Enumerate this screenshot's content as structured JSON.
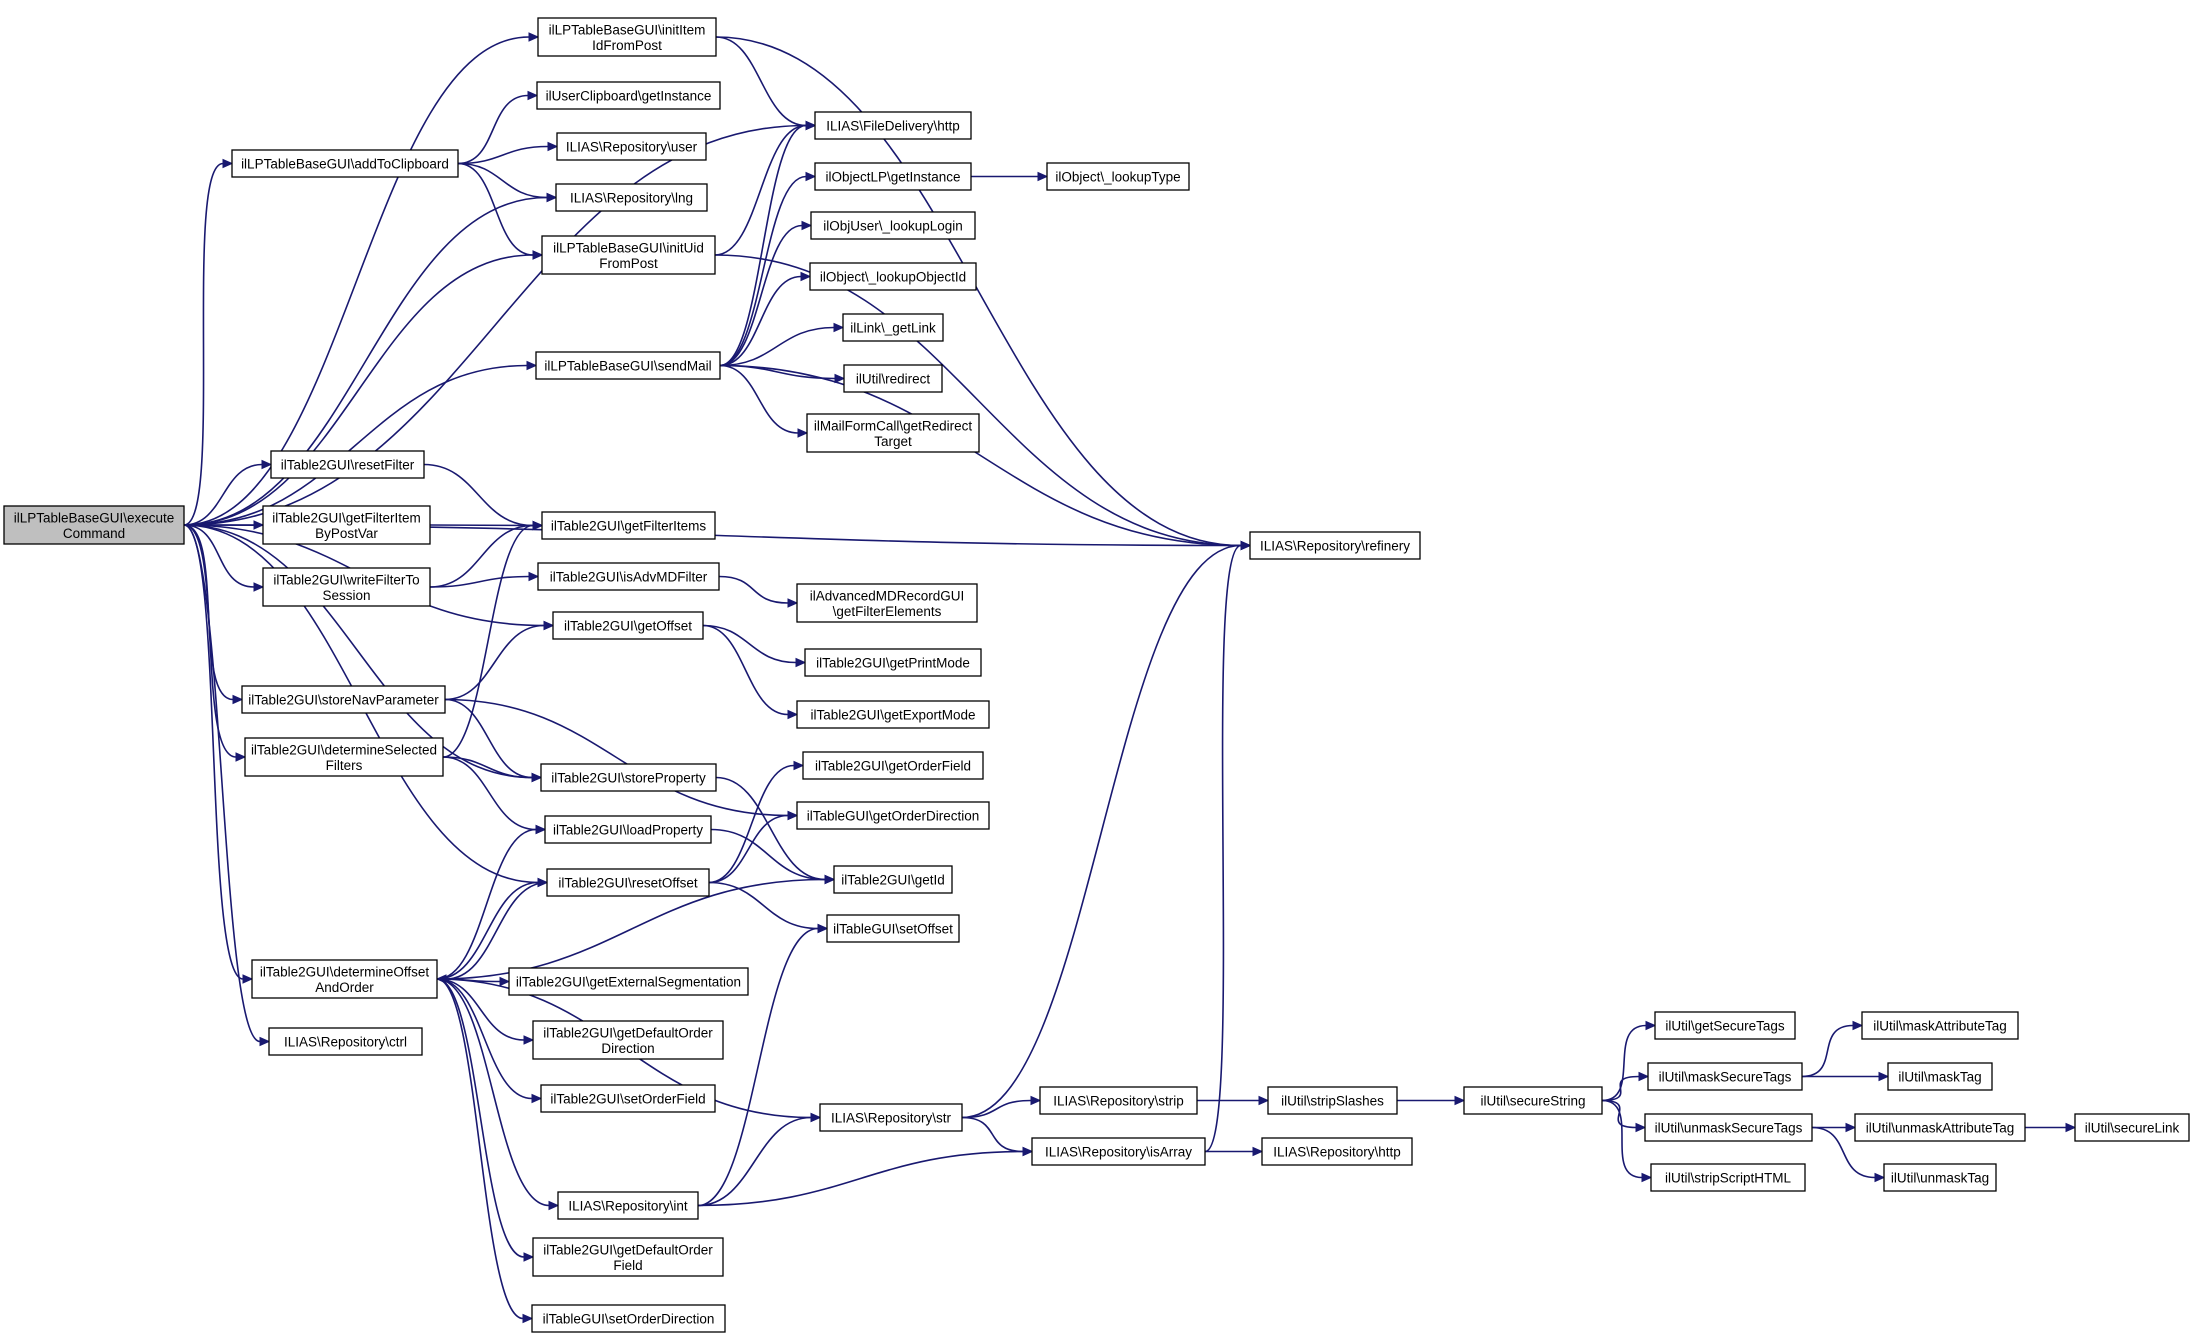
{
  "nodes": [
    {
      "id": "root",
      "lines": [
        "ilLPTableBaseGUI\\execute",
        "Command"
      ],
      "root": true
    },
    {
      "id": "initItem",
      "lines": [
        "ilLPTableBaseGUI\\initItem",
        "IdFromPost"
      ]
    },
    {
      "id": "clipInst",
      "lines": [
        "ilUserClipboard\\getInstance"
      ]
    },
    {
      "id": "addClip",
      "lines": [
        "ilLPTableBaseGUI\\addToClipboard"
      ]
    },
    {
      "id": "repoUser",
      "lines": [
        "ILIAS\\Repository\\user"
      ]
    },
    {
      "id": "repoLng",
      "lines": [
        "ILIAS\\Repository\\lng"
      ]
    },
    {
      "id": "initUid",
      "lines": [
        "ilLPTableBaseGUI\\initUid",
        "FromPost"
      ]
    },
    {
      "id": "sendMail",
      "lines": [
        "ilLPTableBaseGUI\\sendMail"
      ]
    },
    {
      "id": "fdHttp",
      "lines": [
        "ILIAS\\FileDelivery\\http"
      ]
    },
    {
      "id": "objLP",
      "lines": [
        "ilObjectLP\\getInstance"
      ]
    },
    {
      "id": "lookupType",
      "lines": [
        "ilObject\\_lookupType"
      ]
    },
    {
      "id": "lookupLogin",
      "lines": [
        "ilObjUser\\_lookupLogin"
      ]
    },
    {
      "id": "lookupObjId",
      "lines": [
        "ilObject\\_lookupObjectId"
      ]
    },
    {
      "id": "getLink",
      "lines": [
        "ilLink\\_getLink"
      ]
    },
    {
      "id": "redirect",
      "lines": [
        "ilUtil\\redirect"
      ]
    },
    {
      "id": "mailForm",
      "lines": [
        "ilMailFormCall\\getRedirect",
        "Target"
      ]
    },
    {
      "id": "refinery",
      "lines": [
        "ILIAS\\Repository\\refinery"
      ]
    },
    {
      "id": "resetFilter",
      "lines": [
        "ilTable2GUI\\resetFilter"
      ]
    },
    {
      "id": "getFilterItemByPostVar",
      "lines": [
        "ilTable2GUI\\getFilterItem",
        "ByPostVar"
      ]
    },
    {
      "id": "getFilterItems",
      "lines": [
        "ilTable2GUI\\getFilterItems"
      ]
    },
    {
      "id": "writeFilter",
      "lines": [
        "ilTable2GUI\\writeFilterTo",
        "Session"
      ]
    },
    {
      "id": "isAdvMD",
      "lines": [
        "ilTable2GUI\\isAdvMDFilter"
      ]
    },
    {
      "id": "advMDRec",
      "lines": [
        "ilAdvancedMDRecordGUI",
        "\\getFilterElements"
      ]
    },
    {
      "id": "getOffset",
      "lines": [
        "ilTable2GUI\\getOffset"
      ]
    },
    {
      "id": "printMode",
      "lines": [
        "ilTable2GUI\\getPrintMode"
      ]
    },
    {
      "id": "exportMode",
      "lines": [
        "ilTable2GUI\\getExportMode"
      ]
    },
    {
      "id": "storeNav",
      "lines": [
        "ilTable2GUI\\storeNavParameter"
      ]
    },
    {
      "id": "orderField",
      "lines": [
        "ilTable2GUI\\getOrderField"
      ]
    },
    {
      "id": "detSel",
      "lines": [
        "ilTable2GUI\\determineSelected",
        "Filters"
      ]
    },
    {
      "id": "storeProp",
      "lines": [
        "ilTable2GUI\\storeProperty"
      ]
    },
    {
      "id": "orderDir",
      "lines": [
        "ilTableGUI\\getOrderDirection"
      ]
    },
    {
      "id": "loadProp",
      "lines": [
        "ilTable2GUI\\loadProperty"
      ]
    },
    {
      "id": "getId",
      "lines": [
        "ilTable2GUI\\getId"
      ]
    },
    {
      "id": "resetOffset",
      "lines": [
        "ilTable2GUI\\resetOffset"
      ]
    },
    {
      "id": "setOffset",
      "lines": [
        "ilTableGUI\\setOffset"
      ]
    },
    {
      "id": "detOffset",
      "lines": [
        "ilTable2GUI\\determineOffset",
        "AndOrder"
      ]
    },
    {
      "id": "extSeg",
      "lines": [
        "ilTable2GUI\\getExternalSegmentation"
      ]
    },
    {
      "id": "defOrderDir",
      "lines": [
        "ilTable2GUI\\getDefaultOrder",
        "Direction"
      ]
    },
    {
      "id": "setOrderField",
      "lines": [
        "ilTable2GUI\\setOrderField"
      ]
    },
    {
      "id": "repoCtrl",
      "lines": [
        "ILIAS\\Repository\\ctrl"
      ]
    },
    {
      "id": "repoInt",
      "lines": [
        "ILIAS\\Repository\\int"
      ]
    },
    {
      "id": "defOrderField",
      "lines": [
        "ilTable2GUI\\getDefaultOrder",
        "Field"
      ]
    },
    {
      "id": "setOrderDir",
      "lines": [
        "ilTableGUI\\setOrderDirection"
      ]
    },
    {
      "id": "repoStr",
      "lines": [
        "ILIAS\\Repository\\str"
      ]
    },
    {
      "id": "repoStrip",
      "lines": [
        "ILIAS\\Repository\\strip"
      ]
    },
    {
      "id": "repoIsArray",
      "lines": [
        "ILIAS\\Repository\\isArray"
      ]
    },
    {
      "id": "stripSlashes",
      "lines": [
        "ilUtil\\stripSlashes"
      ]
    },
    {
      "id": "repoHttp",
      "lines": [
        "ILIAS\\Repository\\http"
      ]
    },
    {
      "id": "secureString",
      "lines": [
        "ilUtil\\secureString"
      ]
    },
    {
      "id": "getSecureTags",
      "lines": [
        "ilUtil\\getSecureTags"
      ]
    },
    {
      "id": "maskSecureTags",
      "lines": [
        "ilUtil\\maskSecureTags"
      ]
    },
    {
      "id": "unmaskSecureTags",
      "lines": [
        "ilUtil\\unmaskSecureTags"
      ]
    },
    {
      "id": "stripScript",
      "lines": [
        "ilUtil\\stripScriptHTML"
      ]
    },
    {
      "id": "maskAttr",
      "lines": [
        "ilUtil\\maskAttributeTag"
      ]
    },
    {
      "id": "maskTag",
      "lines": [
        "ilUtil\\maskTag"
      ]
    },
    {
      "id": "unmaskAttr",
      "lines": [
        "ilUtil\\unmaskAttributeTag"
      ]
    },
    {
      "id": "unmaskTag",
      "lines": [
        "ilUtil\\unmaskTag"
      ]
    },
    {
      "id": "secureLink",
      "lines": [
        "ilUtil\\secureLink"
      ]
    }
  ],
  "edges": [
    [
      "root",
      "initItem"
    ],
    [
      "root",
      "addClip"
    ],
    [
      "root",
      "repoLng"
    ],
    [
      "root",
      "initUid"
    ],
    [
      "root",
      "fdHttp"
    ],
    [
      "root",
      "sendMail"
    ],
    [
      "root",
      "refinery"
    ],
    [
      "root",
      "resetFilter"
    ],
    [
      "root",
      "getFilterItemByPostVar"
    ],
    [
      "root",
      "writeFilter"
    ],
    [
      "root",
      "getOffset"
    ],
    [
      "root",
      "storeNav"
    ],
    [
      "root",
      "detSel"
    ],
    [
      "root",
      "storeProp"
    ],
    [
      "root",
      "resetOffset"
    ],
    [
      "root",
      "detOffset"
    ],
    [
      "root",
      "repoCtrl"
    ],
    [
      "initItem",
      "fdHttp"
    ],
    [
      "initItem",
      "refinery"
    ],
    [
      "addClip",
      "clipInst"
    ],
    [
      "addClip",
      "repoUser"
    ],
    [
      "addClip",
      "repoLng"
    ],
    [
      "addClip",
      "initUid"
    ],
    [
      "initUid",
      "fdHttp"
    ],
    [
      "initUid",
      "refinery"
    ],
    [
      "sendMail",
      "fdHttp"
    ],
    [
      "sendMail",
      "objLP"
    ],
    [
      "sendMail",
      "lookupLogin"
    ],
    [
      "sendMail",
      "lookupObjId"
    ],
    [
      "sendMail",
      "getLink"
    ],
    [
      "sendMail",
      "redirect"
    ],
    [
      "sendMail",
      "mailForm"
    ],
    [
      "sendMail",
      "refinery"
    ],
    [
      "objLP",
      "lookupType"
    ],
    [
      "resetFilter",
      "getFilterItems"
    ],
    [
      "getFilterItemByPostVar",
      "getFilterItems"
    ],
    [
      "writeFilter",
      "getFilterItems"
    ],
    [
      "writeFilter",
      "isAdvMD"
    ],
    [
      "isAdvMD",
      "advMDRec"
    ],
    [
      "getOffset",
      "printMode"
    ],
    [
      "getOffset",
      "exportMode"
    ],
    [
      "storeNav",
      "getOffset"
    ],
    [
      "storeNav",
      "orderDir"
    ],
    [
      "storeNav",
      "storeProp"
    ],
    [
      "detSel",
      "getFilterItems"
    ],
    [
      "detSel",
      "storeProp"
    ],
    [
      "detSel",
      "loadProp"
    ],
    [
      "storeProp",
      "getId"
    ],
    [
      "loadProp",
      "getId"
    ],
    [
      "resetOffset",
      "orderField"
    ],
    [
      "resetOffset",
      "orderDir"
    ],
    [
      "resetOffset",
      "setOffset"
    ],
    [
      "resetOffset",
      "detOffset"
    ],
    [
      "detOffset",
      "loadProp"
    ],
    [
      "detOffset",
      "resetOffset"
    ],
    [
      "detOffset",
      "getId"
    ],
    [
      "detOffset",
      "extSeg"
    ],
    [
      "detOffset",
      "defOrderDir"
    ],
    [
      "detOffset",
      "setOrderField"
    ],
    [
      "detOffset",
      "repoInt"
    ],
    [
      "detOffset",
      "defOrderField"
    ],
    [
      "detOffset",
      "setOrderDir"
    ],
    [
      "detOffset",
      "repoStr"
    ],
    [
      "repoInt",
      "repoStr"
    ],
    [
      "repoInt",
      "repoIsArray"
    ],
    [
      "repoInt",
      "setOffset"
    ],
    [
      "repoStr",
      "repoStrip"
    ],
    [
      "repoStr",
      "repoIsArray"
    ],
    [
      "repoStr",
      "refinery"
    ],
    [
      "repoIsArray",
      "repoHttp"
    ],
    [
      "repoIsArray",
      "refinery"
    ],
    [
      "repoStrip",
      "stripSlashes"
    ],
    [
      "stripSlashes",
      "secureString"
    ],
    [
      "secureString",
      "getSecureTags"
    ],
    [
      "secureString",
      "maskSecureTags"
    ],
    [
      "secureString",
      "unmaskSecureTags"
    ],
    [
      "secureString",
      "stripScript"
    ],
    [
      "maskSecureTags",
      "maskAttr"
    ],
    [
      "maskSecureTags",
      "maskTag"
    ],
    [
      "unmaskSecureTags",
      "unmaskAttr"
    ],
    [
      "unmaskSecureTags",
      "unmaskTag"
    ],
    [
      "unmaskAttr",
      "secureLink"
    ]
  ]
}
